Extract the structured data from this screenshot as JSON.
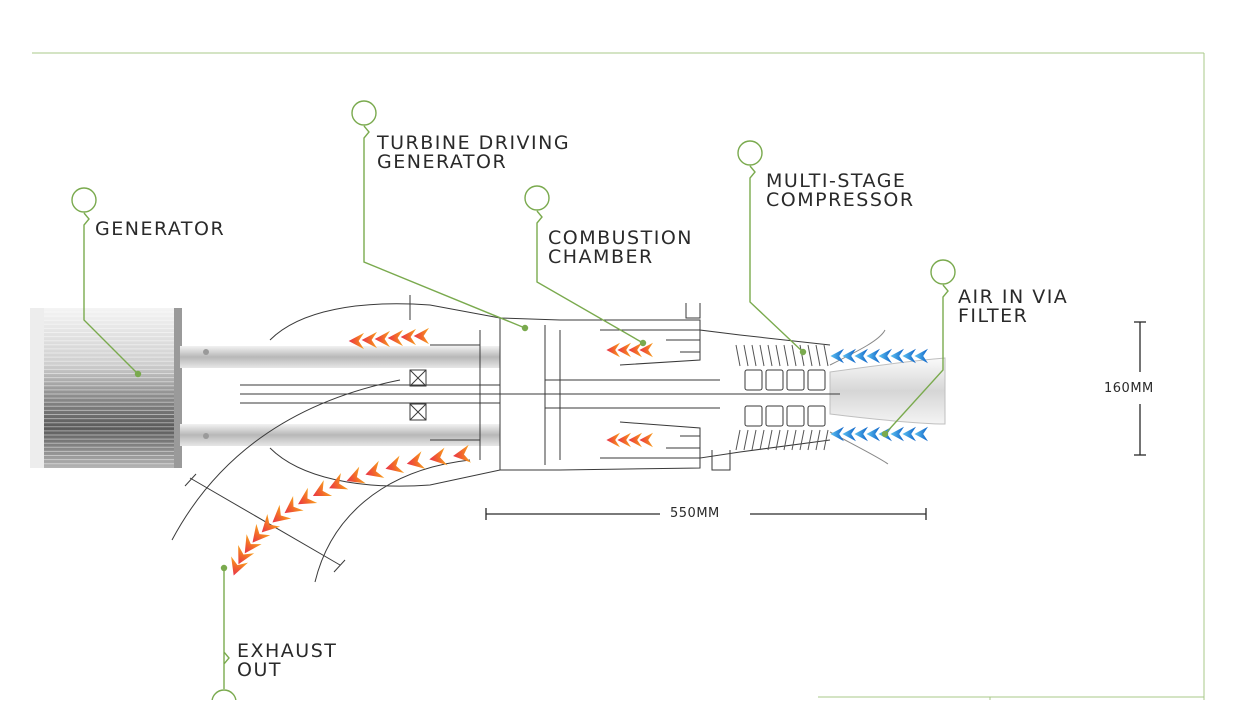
{
  "labels": {
    "generator": [
      "GENERATOR"
    ],
    "turbine": [
      "TURBINE DRIVING",
      "GENERATOR"
    ],
    "combustion": [
      "COMBUSTION",
      "CHAMBER"
    ],
    "compressor": [
      "MULTI-STAGE",
      "COMPRESSOR"
    ],
    "air_in": [
      "AIR IN VIA",
      "FILTER"
    ],
    "exhaust": [
      "EXHAUST",
      "OUT"
    ]
  },
  "dimensions": {
    "length": "550MM",
    "height": "160MM"
  },
  "colors": {
    "callout": "#7aaa4e",
    "hot_flow": "#f06a2a",
    "cold_flow": "#2e8fd8",
    "line": "#3a3a3a"
  }
}
